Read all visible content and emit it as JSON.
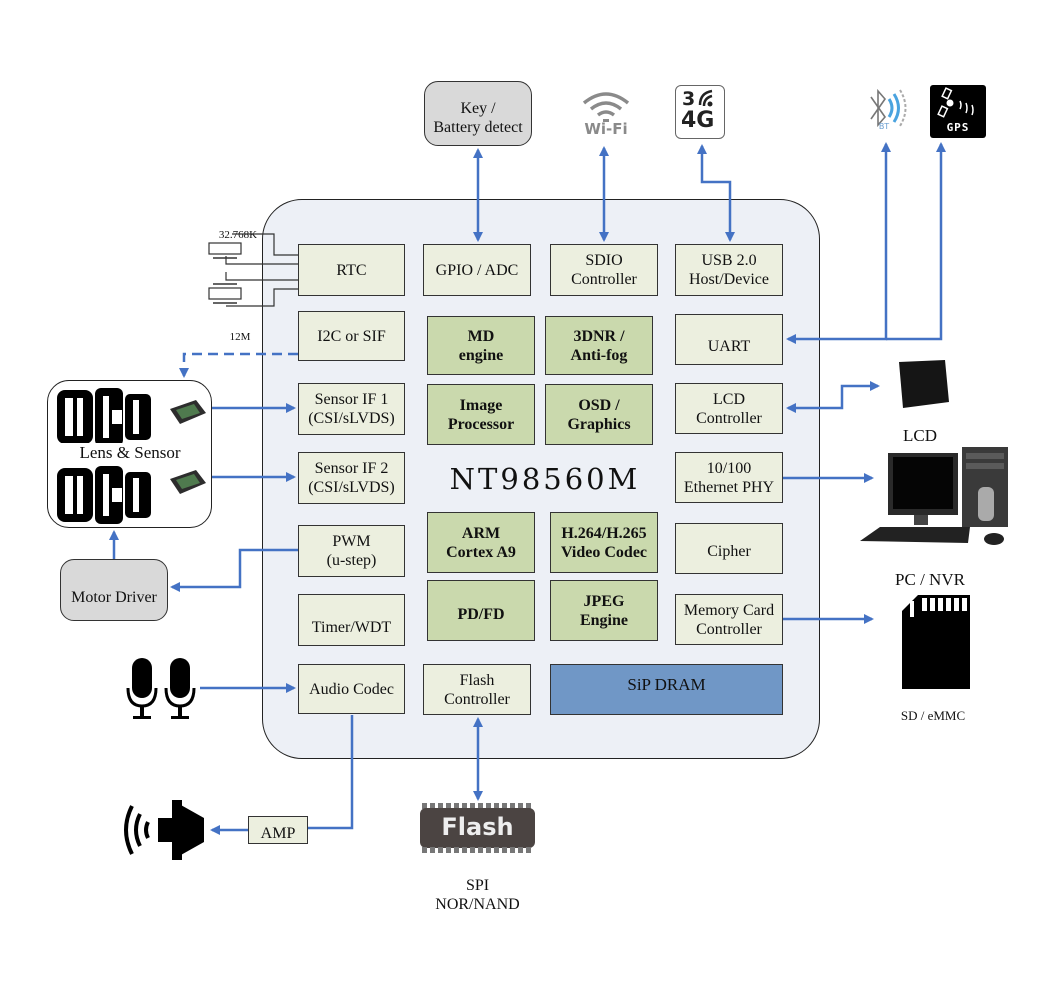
{
  "chip": {
    "name": "NT98560M",
    "blocks": {
      "rtc": "RTC",
      "gpio_adc": "GPIO / ADC",
      "sdio": [
        "SDIO",
        "Controller"
      ],
      "usb": [
        "USB 2.0",
        "Host/Device"
      ],
      "i2c": "I2C or SIF",
      "md": [
        "MD",
        "engine"
      ],
      "dnr": [
        "3DNR /",
        "Anti-fog"
      ],
      "uart": "UART",
      "sensor_if1": [
        "Sensor IF 1",
        "(CSI/sLVDS)"
      ],
      "isp": [
        "Image",
        "Processor"
      ],
      "osd": [
        "OSD /",
        "Graphics"
      ],
      "lcd_ctrl": [
        "LCD",
        "Controller"
      ],
      "sensor_if2": [
        "Sensor IF 2",
        "(CSI/sLVDS)"
      ],
      "eth": [
        "10/100",
        "Ethernet PHY"
      ],
      "pwm": [
        "PWM",
        "(u-step)"
      ],
      "arm": [
        "ARM",
        "Cortex A9"
      ],
      "codec": [
        "H.264/H.265",
        "Video Codec"
      ],
      "cipher": "Cipher",
      "timer": "Timer/WDT",
      "pdfd": "PD/FD",
      "jpeg": [
        "JPEG",
        "Engine"
      ],
      "memcard": [
        "Memory Card",
        "Controller"
      ],
      "audio": "Audio Codec",
      "flash_ctrl": [
        "Flash",
        "Controller"
      ],
      "dram": "SiP DRAM"
    }
  },
  "external": {
    "key_battery": [
      "Key /",
      "Battery detect"
    ],
    "wifi": "Wi-Fi",
    "cell": [
      "3",
      "4G"
    ],
    "bt": "BT",
    "gps": "GPS",
    "crystal_32k": "32.768K",
    "crystal_12m": "12M",
    "lens_sensor": "Lens & Sensor",
    "motor_driver": "Motor Driver",
    "lcd": "LCD",
    "pc_nvr": "PC / NVR",
    "sd_emmc": "SD / eMMC",
    "amp": "AMP",
    "flash_chip": "Flash",
    "spi": [
      "SPI",
      "NOR/NAND"
    ]
  },
  "colors": {
    "arrow": "#4472c4",
    "peripheral_block": "#ecefdf",
    "core_block": "#cad9ad",
    "dram_block": "#7097c6",
    "chip_bg": "#edf0f6"
  }
}
